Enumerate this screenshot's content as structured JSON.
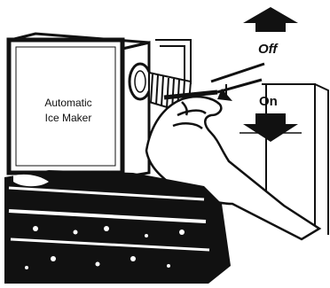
{
  "ice_maker": {
    "label_line1": "Automatic",
    "label_line2": "Ice Maker"
  },
  "switch": {
    "off_label": "Off",
    "on_label": "On",
    "off_arrow_icon": "arrow-up-icon",
    "on_arrow_icon": "arrow-down-icon"
  },
  "colors": {
    "ink": "#111111",
    "paper": "#ffffff"
  }
}
